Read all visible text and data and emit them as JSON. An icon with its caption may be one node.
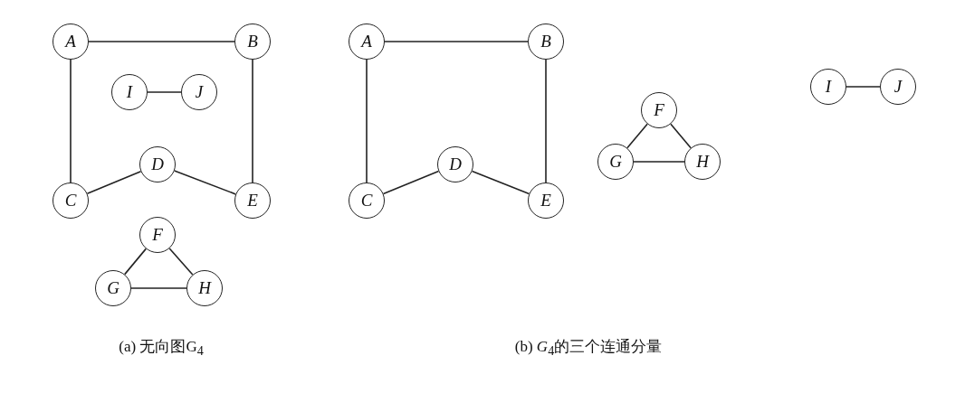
{
  "diagram": {
    "nodes": [
      {
        "text": [
          "A"
        ]
      },
      {
        "text": [
          "B"
        ]
      },
      {
        "text": [
          "I"
        ]
      },
      {
        "text": [
          "J"
        ]
      },
      {
        "text": [
          "D"
        ]
      },
      {
        "text": [
          "C"
        ]
      },
      {
        "text": [
          "E"
        ]
      },
      {
        "text": [
          "F"
        ]
      },
      {
        "text": [
          "G"
        ]
      },
      {
        "text": [
          "H"
        ]
      },
      {
        "text": [
          "A"
        ]
      },
      {
        "text": [
          "B"
        ]
      },
      {
        "text": [
          "F"
        ]
      },
      {
        "text": [
          "I"
        ]
      },
      {
        "text": [
          "J"
        ]
      },
      {
        "text": [
          "G"
        ]
      },
      {
        "text": [
          "H"
        ]
      },
      {
        "text": [
          "D"
        ]
      },
      {
        "text": [
          "C"
        ]
      },
      {
        "text": [
          "E"
        ]
      }
    ],
    "edges": [
      {
        "from": 0,
        "to": 1,
        "arrow": "none"
      },
      {
        "from": 0,
        "to": 5,
        "arrow": "none"
      },
      {
        "from": 1,
        "to": 6,
        "arrow": "none"
      },
      {
        "from": 2,
        "to": 3,
        "arrow": "none"
      },
      {
        "from": 5,
        "to": 4,
        "arrow": "none"
      },
      {
        "from": 4,
        "to": 6,
        "arrow": "none"
      },
      {
        "from": 7,
        "to": 8,
        "arrow": "none"
      },
      {
        "from": 7,
        "to": 9,
        "arrow": "none"
      },
      {
        "from": 8,
        "to": 9,
        "arrow": "none"
      },
      {
        "from": 10,
        "to": 11,
        "arrow": "none"
      },
      {
        "from": 10,
        "to": 18,
        "arrow": "none"
      },
      {
        "from": 11,
        "to": 19,
        "arrow": "none"
      },
      {
        "from": 18,
        "to": 17,
        "arrow": "none"
      },
      {
        "from": 17,
        "to": 19,
        "arrow": "none"
      },
      {
        "from": 12,
        "to": 15,
        "arrow": "none"
      },
      {
        "from": 12,
        "to": 16,
        "arrow": "none"
      },
      {
        "from": 15,
        "to": 16,
        "arrow": "none"
      },
      {
        "from": 13,
        "to": 14,
        "arrow": "none"
      }
    ],
    "labels": [
      "(a) 无向图G$_{4}$",
      "(b) *G*$_{4}$的三个连通分量"
    ]
  }
}
